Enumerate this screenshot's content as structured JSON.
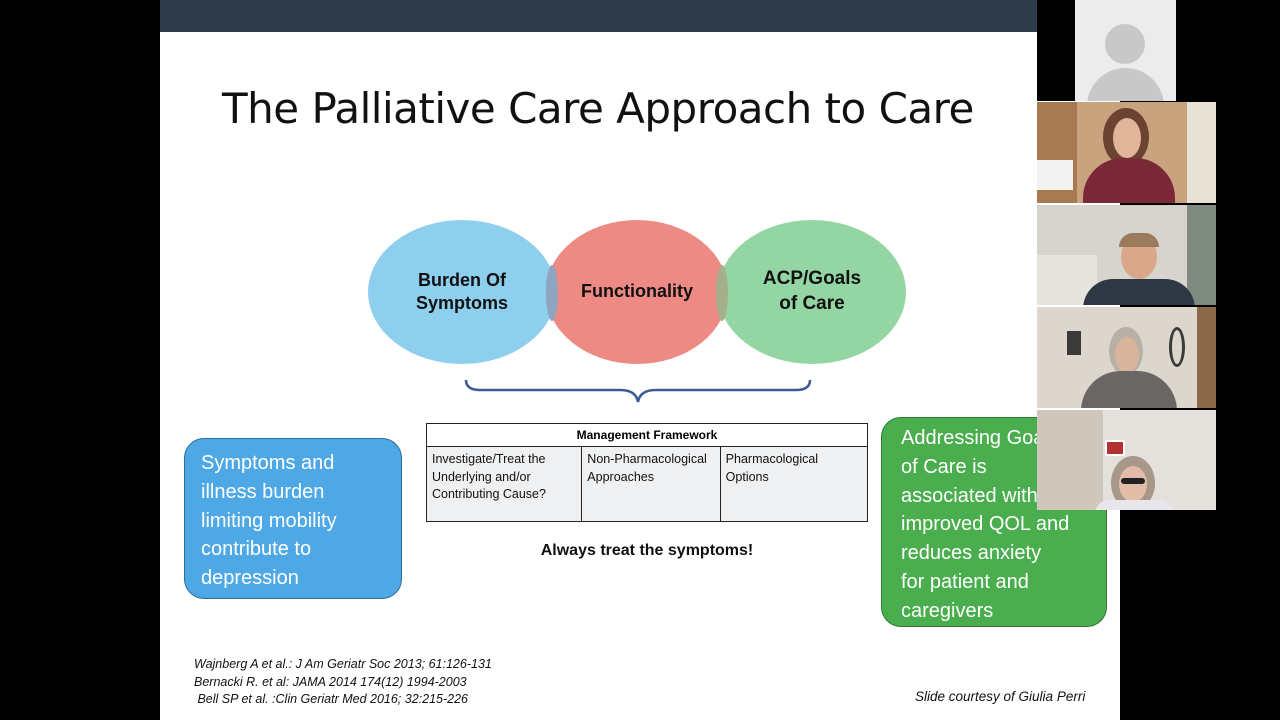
{
  "slide": {
    "title": "The Palliative Care Approach to Care",
    "venn": {
      "left": [
        "Burden Of",
        "Symptoms"
      ],
      "center": "Functionality",
      "right": [
        "ACP/Goals",
        "of Care"
      ]
    },
    "management": {
      "header": "Management Framework",
      "columns": [
        [
          "Investigate/Treat the",
          "Underlying and/or",
          "Contributing Cause?"
        ],
        [
          "Non-Pharmacological",
          "Approaches"
        ],
        [
          "Pharmacological",
          "Options"
        ]
      ]
    },
    "always_treat": "Always treat the symptoms!",
    "blue_box": [
      "Symptoms and",
      "illness burden",
      "limiting mobility",
      "contribute to",
      "depression"
    ],
    "green_box": [
      "Addressing Goals",
      "of Care is",
      "associated with",
      "improved QOL and",
      "reduces anxiety",
      "for patient and",
      "caregivers"
    ],
    "references": [
      "Wajnberg A et al.: J Am Geriatr Soc 2013; 61:126-131",
      "Bernacki R. et al: JAMA 2014 174(12)  1994-2003",
      " Bell SP et al. :Clin Geriatr Med 2016; 32:215-226"
    ],
    "courtesy": "Slide courtesy of Giulia Perri"
  },
  "colors": {
    "blue_circle": "#8fcfee",
    "red_circle": "#ee8a84",
    "green_circle": "#94d6a3",
    "blue_box": "#4ea8e6",
    "green_box": "#4aae4e"
  }
}
